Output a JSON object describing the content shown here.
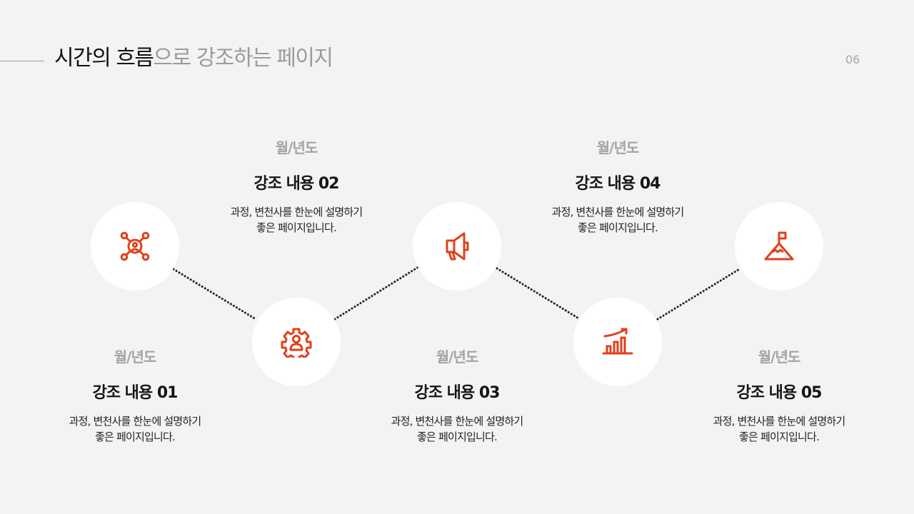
{
  "header": {
    "title_dark": "시간의 흐름",
    "title_light": "으로 강조하는 페이지",
    "page_number": "06"
  },
  "colors": {
    "background": "#f3f3f5",
    "accent": "#e0401c",
    "circle": "#ffffff",
    "connector": "#222222"
  },
  "timeline": [
    {
      "icon": "network-user-icon",
      "date": "월/년도",
      "heading": "강조 내용 01",
      "desc_line1": "과정, 변천사를 한눈에 설명하기",
      "desc_line2": "좋은 페이지입니다."
    },
    {
      "icon": "gear-user-icon",
      "date": "월/년도",
      "heading": "강조 내용 02",
      "desc_line1": "과정, 변천사를 한눈에 설명하기",
      "desc_line2": "좋은 페이지입니다."
    },
    {
      "icon": "megaphone-icon",
      "date": "월/년도",
      "heading": "강조 내용 03",
      "desc_line1": "과정, 변천사를 한눈에 설명하기",
      "desc_line2": "좋은 페이지입니다."
    },
    {
      "icon": "growth-chart-icon",
      "date": "월/년도",
      "heading": "강조 내용 04",
      "desc_line1": "과정, 변천사를 한눈에 설명하기",
      "desc_line2": "좋은 페이지입니다."
    },
    {
      "icon": "mountain-flag-icon",
      "date": "월/년도",
      "heading": "강조 내용 05",
      "desc_line1": "과정, 변천사를 한눈에 설명하기",
      "desc_line2": "좋은 페이지입니다."
    }
  ]
}
